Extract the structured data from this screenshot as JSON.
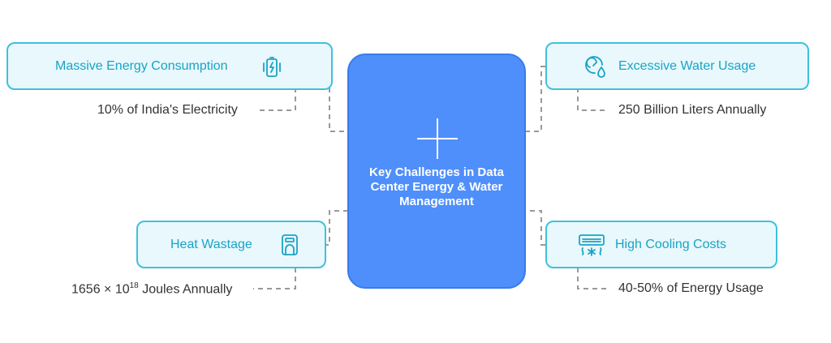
{
  "center": {
    "title": "Key Challenges in Data Center Energy & Water Management"
  },
  "challenges": [
    {
      "label": "Massive Energy Consumption",
      "detail": "10% of India's Electricity",
      "icon": "battery-charging-icon"
    },
    {
      "label": "Excessive Water Usage",
      "detail": "250 Billion Liters Annually",
      "icon": "gauge-water-drop-icon"
    },
    {
      "label": "Heat Wastage",
      "detail_prefix": "1656 × 10",
      "detail_exp": "18",
      "detail_suffix": " Joules Annually",
      "icon": "heater-icon"
    },
    {
      "label": "High Cooling Costs",
      "detail": "40-50% of Energy Usage",
      "icon": "air-conditioner-icon"
    }
  ],
  "colors": {
    "center_fill": "#4f8ffb",
    "box_fill": "#e8f8fd",
    "box_border": "#3fc1dc",
    "label_text": "#1aa3c4",
    "connector": "#999999"
  }
}
